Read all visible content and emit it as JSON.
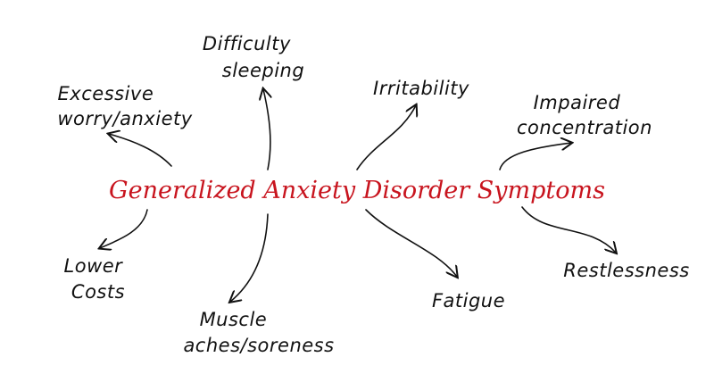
{
  "title": "Generalized Anxiety Disorder Symptoms",
  "title_color": "#c8141e",
  "symptoms": {
    "difficulty_sleeping": [
      "Difficulty",
      "sleeping"
    ],
    "excessive_worry": [
      "Excessive",
      "worry/anxiety"
    ],
    "irritability": [
      "Irritability"
    ],
    "impaired_concentration": [
      "Impaired",
      "concentration"
    ],
    "lower_costs": [
      "Lower",
      "Costs"
    ],
    "muscle_aches": [
      "Muscle",
      "aches/soreness"
    ],
    "fatigue": [
      "Fatigue"
    ],
    "restlessness": [
      "Restlessness"
    ]
  }
}
